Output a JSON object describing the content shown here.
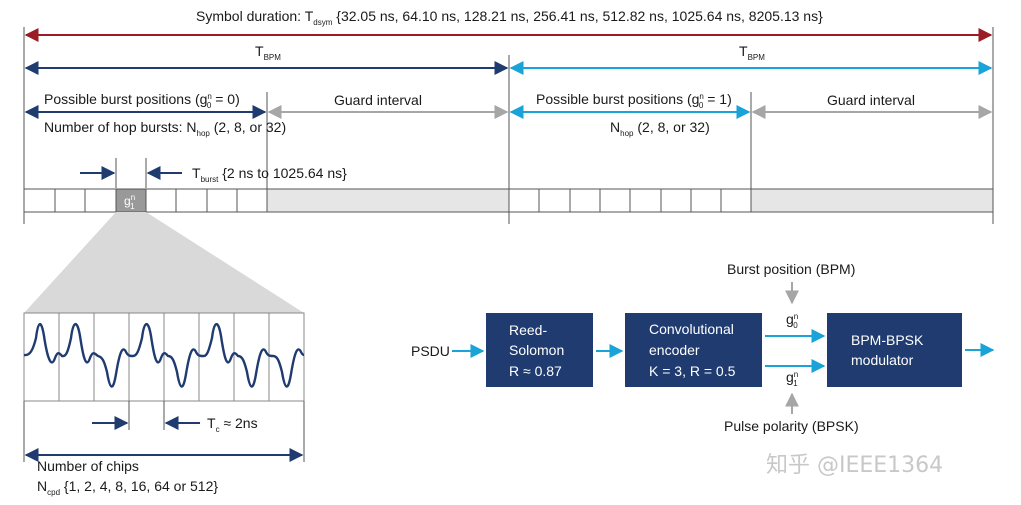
{
  "colors": {
    "dark_red": "#9b1c25",
    "navy": "#1f3b70",
    "cyan": "#1aa3d8",
    "grey_arrow": "#a6a6a6",
    "box_fill": "#1f3b70",
    "guard_fill": "#e6e6e6",
    "chip_gray": "#999999"
  },
  "symbol_duration": {
    "prefix": "Symbol duration: T",
    "sub": "dsym",
    "values": " {32.05 ns, 64.10 ns, 128.21 ns, 256.41 ns, 512.82 ns, 1025.64 ns, 8205.13 ns}"
  },
  "bpm": {
    "main": "T",
    "sub": "BPM"
  },
  "left_half": {
    "burst_positions": "Possible burst positions (g",
    "g_sup": "n",
    "g_sub": "0",
    "burst_positions_tail": " = 0)",
    "guard": "Guard interval",
    "hop_prefix": "Number of hop bursts: N",
    "hop_sub": "hop",
    "hop_tail": " (2, 8, or 32)"
  },
  "right_half": {
    "burst_positions": "Possible burst positions (g",
    "g_sup": "n",
    "g_sub": "0",
    "burst_positions_tail": " = 1)",
    "guard": "Guard interval",
    "hop_prefix": "N",
    "hop_sub": "hop",
    "hop_tail": " (2, 8, or 32)"
  },
  "burst": {
    "prefix": "T",
    "sub": "burst",
    "tail": " {2 ns to 1025.64 ns}",
    "chip_label_main": "g",
    "chip_label_sup": "n",
    "chip_label_sub": "1"
  },
  "chips": {
    "tc_prefix": "T",
    "tc_sub": "c",
    "tc_tail": " ≈ 2ns",
    "count_line1": "Number of  chips",
    "count_line2_prefix": "N",
    "count_line2_sub": "cpd",
    "count_line2_tail": " {1, 2, 4, 8, 16, 64 or 512}"
  },
  "block_diagram": {
    "input": "PSDU",
    "rs_line1": "Reed-",
    "rs_line2": "Solomon",
    "rs_line3": "R ≈ 0.87",
    "conv_line1": "Convolutional",
    "conv_line2": "encoder",
    "conv_line3": "K = 3, R = 0.5",
    "mod_line1": "BPM-BPSK",
    "mod_line2": "modulator",
    "burst_position": "Burst position (BPM)",
    "pulse_polarity": "Pulse polarity (BPSK)",
    "g_top_main": "g",
    "g_top_sup": "n",
    "g_top_sub": "0",
    "g_bot_main": "g",
    "g_bot_sup": "n",
    "g_bot_sub": "1"
  },
  "watermark": "知乎 @IEEE1364"
}
